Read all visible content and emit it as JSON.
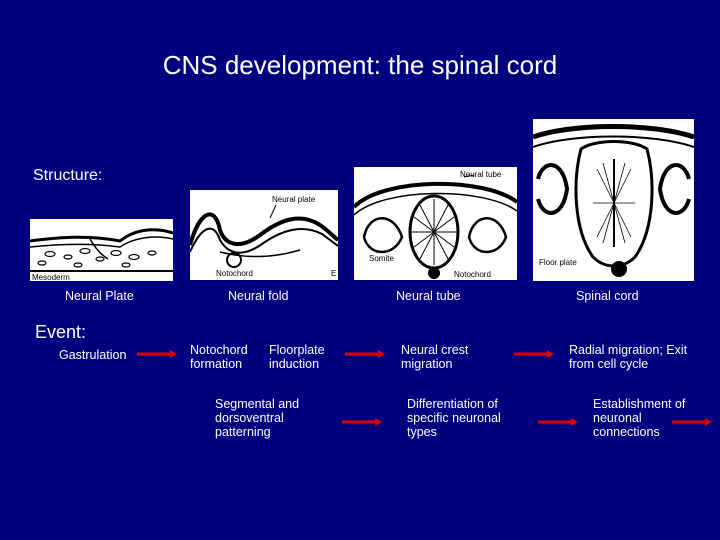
{
  "title": "CNS development: the spinal cord",
  "sections": {
    "structure": "Structure:",
    "event": "Event:"
  },
  "panels": {
    "p1": {
      "inner": {
        "mesoderm": "Mesoderm"
      }
    },
    "p2": {
      "inner": {
        "neural_plate": "Neural plate",
        "notochord": "Notochord",
        "e_label": "E"
      }
    },
    "p3": {
      "inner": {
        "neural_tube": "Neural tube",
        "somite": "Somite",
        "notochord": "Notochord"
      }
    },
    "p4": {
      "inner": {
        "floor_plate": "Floor plate"
      }
    }
  },
  "stages": [
    "Neural Plate",
    "Neural fold",
    "Neural tube",
    "Spinal cord"
  ],
  "events": {
    "gastrulation": "Gastrulation",
    "notochord_formation": "Notochord formation",
    "floorplate_induction": "Floorplate induction",
    "neural_crest": "Neural crest migration",
    "radial_migration": "Radial migration; Exit from cell cycle",
    "segmental": "Segmental and dorsoventral patterning",
    "differentiation": "Differentiation of specific neuronal types",
    "establishment": "Establishment of neuronal connections"
  },
  "colors": {
    "background": "#00007f",
    "text": "#ffffff",
    "arrow": "#e00000"
  }
}
